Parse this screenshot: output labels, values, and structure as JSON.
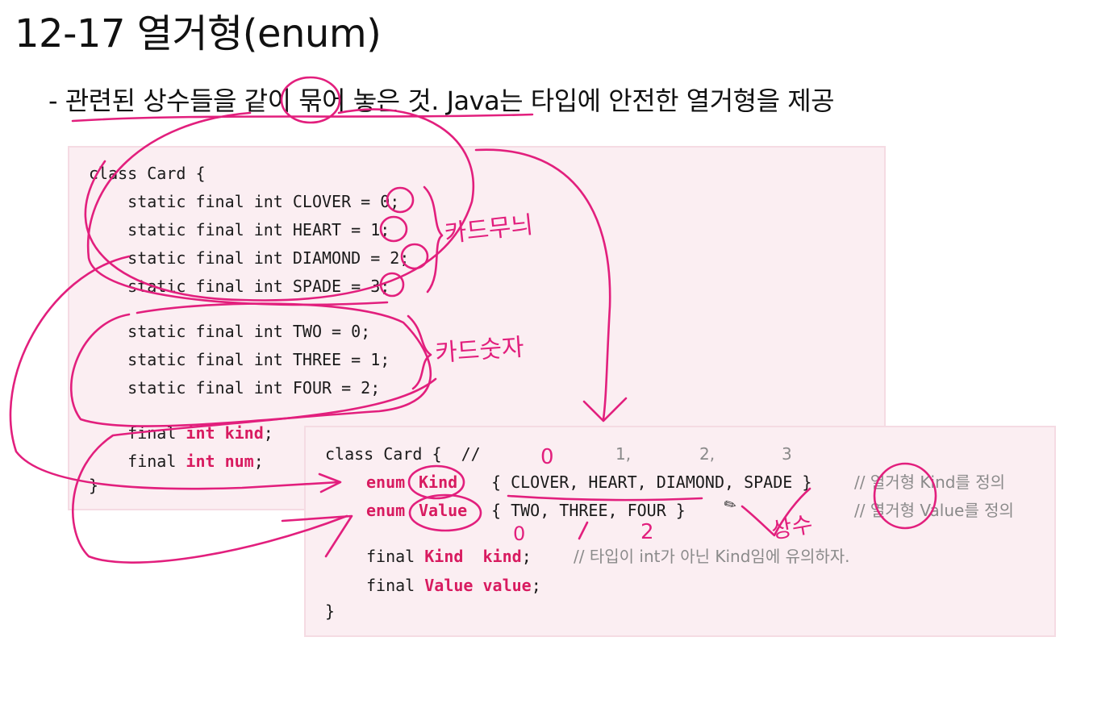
{
  "title": "12-17 열거형(enum)",
  "subtitle": "- 관련된 상수들을 같이 묶어 놓은 것. Java는 타입에 안전한 열거형을 제공",
  "code_before": {
    "l1": "class Card {",
    "l2": "    static final int CLOVER = 0;",
    "l3": "    static final int HEART = 1;",
    "l4": "    static final int DIAMOND = 2;",
    "l5": "    static final int SPADE = 3;",
    "l6": "    static final int TWO = 0;",
    "l7": "    static final int THREE = 1;",
    "l8": "    static final int FOUR = 2;",
    "l9_a": "    final ",
    "l9_b": "int kind",
    "l9_c": ";",
    "l10_a": "    final ",
    "l10_b": "int num",
    "l10_c": ";",
    "l11": "}"
  },
  "code_after": {
    "l1": "class Card {  //",
    "c_nums": [
      "1,",
      "2,",
      "3"
    ],
    "enum_kw": "enum",
    "kind_name": "Kind",
    "kind_vals": "{ CLOVER, HEART, DIAMOND, SPADE }",
    "kind_comment": "// 열거형 Kind를 정의",
    "value_name": "Value",
    "value_vals": "{ TWO, THREE, FOUR }",
    "value_comment": "// 열거형 Value를 정의",
    "f1_a": "final ",
    "f1_type": "Kind",
    "f1_var": "kind",
    "f1_end": ";",
    "f1_comment": "// 타입이 int가 아닌 Kind임에 유의하자.",
    "f2_a": "final ",
    "f2_type": "Value",
    "f2_var": "value",
    "f2_end": ";",
    "close": "}"
  },
  "annotations": {
    "card_pattern": "카드무늬",
    "card_number": "카드숫자",
    "constant": "상수"
  },
  "colors": {
    "annotation": "#e21f7d",
    "keyword": "#d81b60",
    "code_bg": "#fbeef2"
  }
}
